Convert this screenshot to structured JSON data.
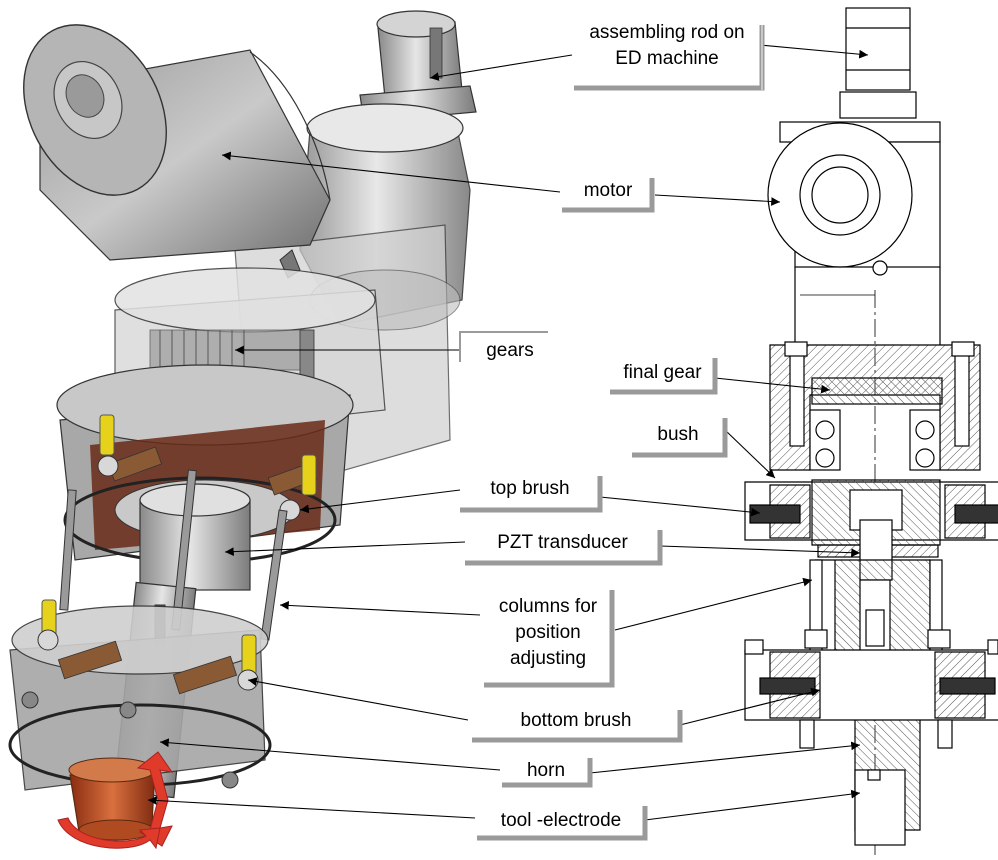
{
  "labels": {
    "assembling_rod": "assembling rod on ED machine",
    "assembling_rod_line1": "assembling rod on",
    "assembling_rod_line2": "ED machine",
    "motor": "motor",
    "gears": "gears",
    "final_gear": "final gear",
    "bush": "bush",
    "top_brush": "top brush",
    "pzt_transducer": "PZT transducer",
    "columns_line1": "columns for",
    "columns_line2": "position",
    "columns_line3": "adjusting",
    "bottom_brush": "bottom brush",
    "horn": "horn",
    "tool_electrode": "tool -electrode"
  },
  "colors": {
    "steel": "#b8b8b8",
    "steel_dark": "#8c8c8c",
    "transparent_housing": "#d9d9d9",
    "copper_electrode": "#c4562a",
    "arrow_red": "#e03a2a",
    "screw_yellow": "#e6d21a",
    "spring_brown": "#8a5a34",
    "coil_copper": "#7a2e18",
    "hatch": "#555555",
    "label_box": "#999999"
  }
}
